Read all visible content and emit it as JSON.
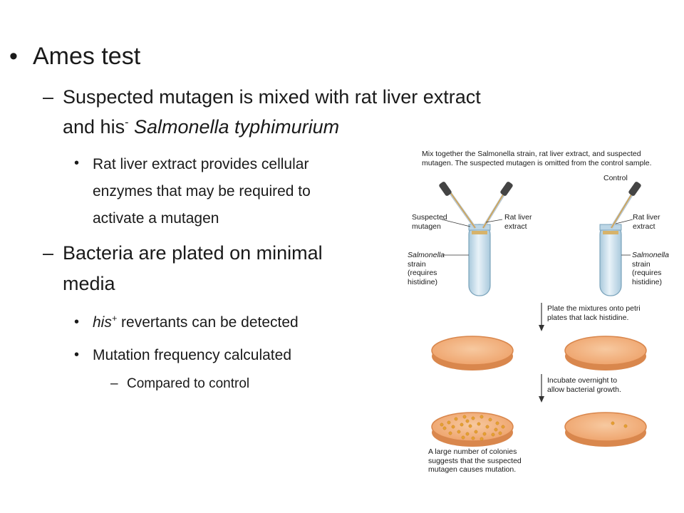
{
  "bullets": {
    "title": "Ames test",
    "item1_line1": "Suspected mutagen is mixed with rat liver extract",
    "item1_line2_prefix": "and his",
    "item1_line2_sup": "-",
    "item1_line2_italic": "Salmonella typhimurium",
    "sub1_line1": "Rat liver extract provides cellular",
    "sub1_line2": "enzymes that may be required to",
    "sub1_line3": "activate a mutagen",
    "item2_line1": "Bacteria are plated on minimal",
    "item2_line2": "media",
    "sub2_italic": "his",
    "sub2_sup": "+",
    "sub2_rest": " revertants can be detected",
    "sub3": "Mutation frequency calculated",
    "subsub1": "Compared to control"
  },
  "figure": {
    "caption_top_line1": "Mix together the Salmonella strain, rat liver extract, and suspected",
    "caption_top_line2": "mutagen. The suspected mutagen is omitted from the control sample.",
    "control_label": "Control",
    "left_label_mutagen_1": "Suspected",
    "left_label_mutagen_2": "mutagen",
    "left_label_salmonella_1": "Salmonella",
    "left_label_salmonella_2": "strain",
    "left_label_salmonella_3": "(requires",
    "left_label_salmonella_4": "histidine)",
    "ratliver_1": "Rat liver",
    "ratliver_2": "extract",
    "right_salmonella_1": "Salmonella",
    "right_salmonella_2": "strain",
    "right_salmonella_3": "(requires",
    "right_salmonella_4": "histidine)",
    "step2_line1": "Plate the mixtures onto petri",
    "step2_line2": "plates that lack histidine.",
    "step3_line1": "Incubate overnight to",
    "step3_line2": "allow bacterial growth.",
    "caption_bottom_line1": "A large number of colonies",
    "caption_bottom_line2": "suggests that the suspected",
    "caption_bottom_line3": "mutagen causes mutation.",
    "colors": {
      "dish": "#f3b98a",
      "dish_edge": "#d9874d",
      "tube": "#cfe3ef",
      "colony": "#e8a23a"
    }
  }
}
